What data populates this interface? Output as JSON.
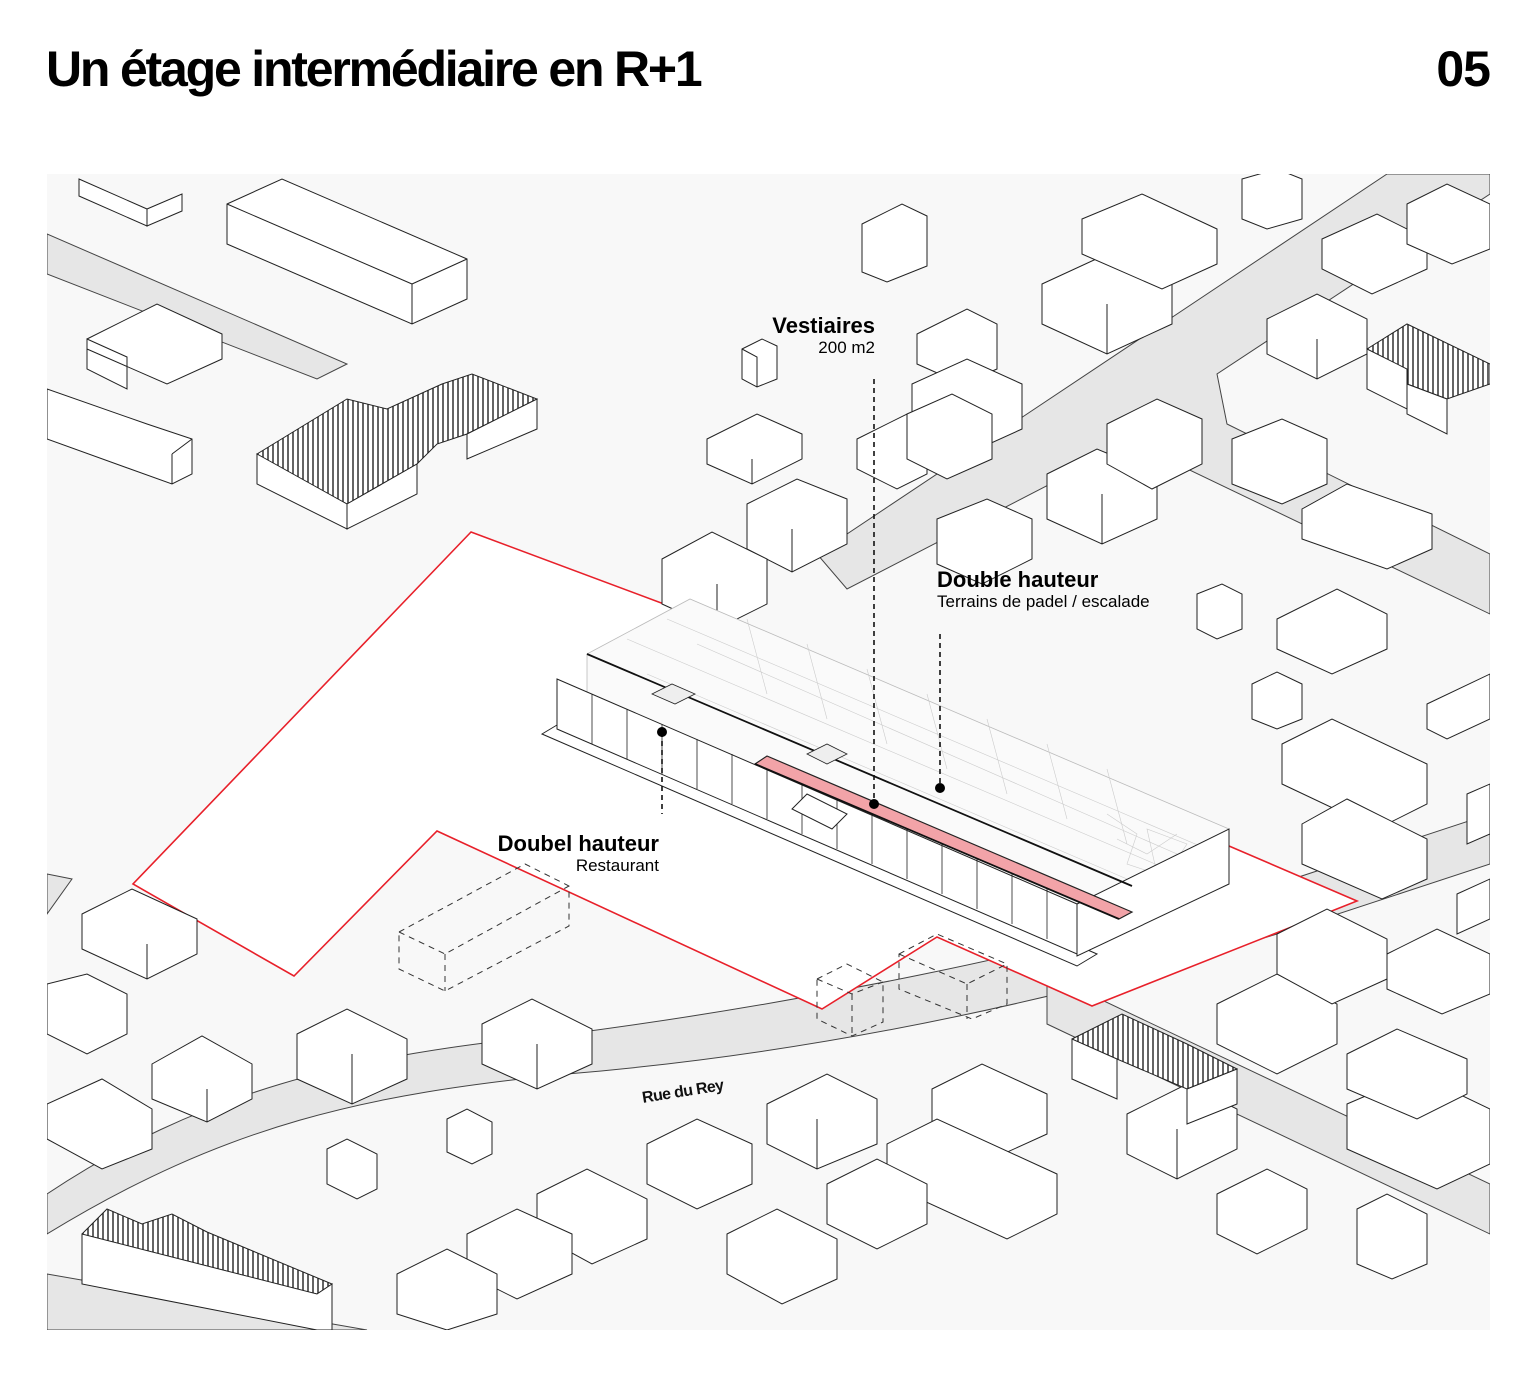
{
  "header": {
    "title": "Un étage intermédiaire en R+1",
    "page_number": "05"
  },
  "annotations": [
    {
      "id": "vestiaires",
      "title": "Vestiaires",
      "subtitle": "200 m2",
      "marker": "dot",
      "leader": "dashed-vertical"
    },
    {
      "id": "double-hauteur-padel",
      "title": "Double hauteur",
      "subtitle": "Terrains de padel / escalade",
      "marker": "dot",
      "leader": "dashed-vertical"
    },
    {
      "id": "double-hauteur-restaurant",
      "title": "Doubel hauteur",
      "subtitle": "Restaurant",
      "marker": "dot",
      "leader": "dashed-vertical"
    }
  ],
  "streets": [
    {
      "name": "Rue du Rey"
    }
  ],
  "legend_colors": {
    "site_boundary": "#e8202a",
    "highlighted_floor": "#f2a3a8",
    "road": "#e6e6e6",
    "ground": "#f8f8f8",
    "building_stroke": "#222222",
    "projected_building": "dashed"
  }
}
